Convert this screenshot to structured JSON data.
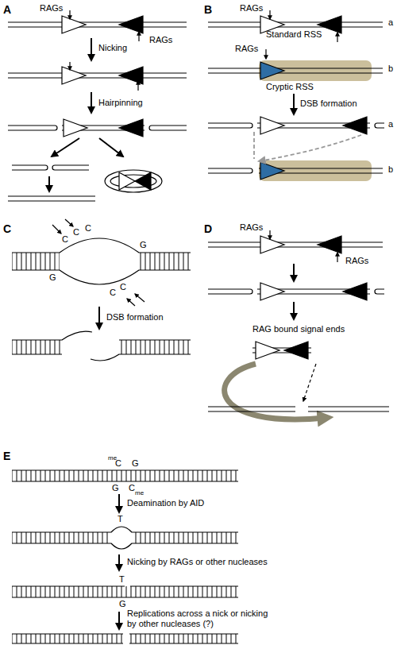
{
  "diagram": {
    "labels": [
      "A",
      "RAGs",
      "RAGs",
      "Nicking",
      "Hairpinning",
      "B",
      "RAGs",
      "a",
      "Standard RSS",
      "RAGs",
      "b",
      "Cryptic RSS",
      "DSB formation",
      "a",
      "b",
      "C",
      "C",
      "C",
      "C",
      "G",
      "G",
      "C",
      "C",
      "DSB formation",
      "D",
      "RAGs",
      "RAGs",
      "RAG bound signal ends",
      "E",
      "me",
      "C",
      "G",
      "G",
      "C",
      "me",
      "Deamination by AID",
      "T",
      "Nicking by RAGs or other nucleases",
      "T",
      "G",
      "Replications across a nick or nicking by other nucleases (?)"
    ]
  }
}
